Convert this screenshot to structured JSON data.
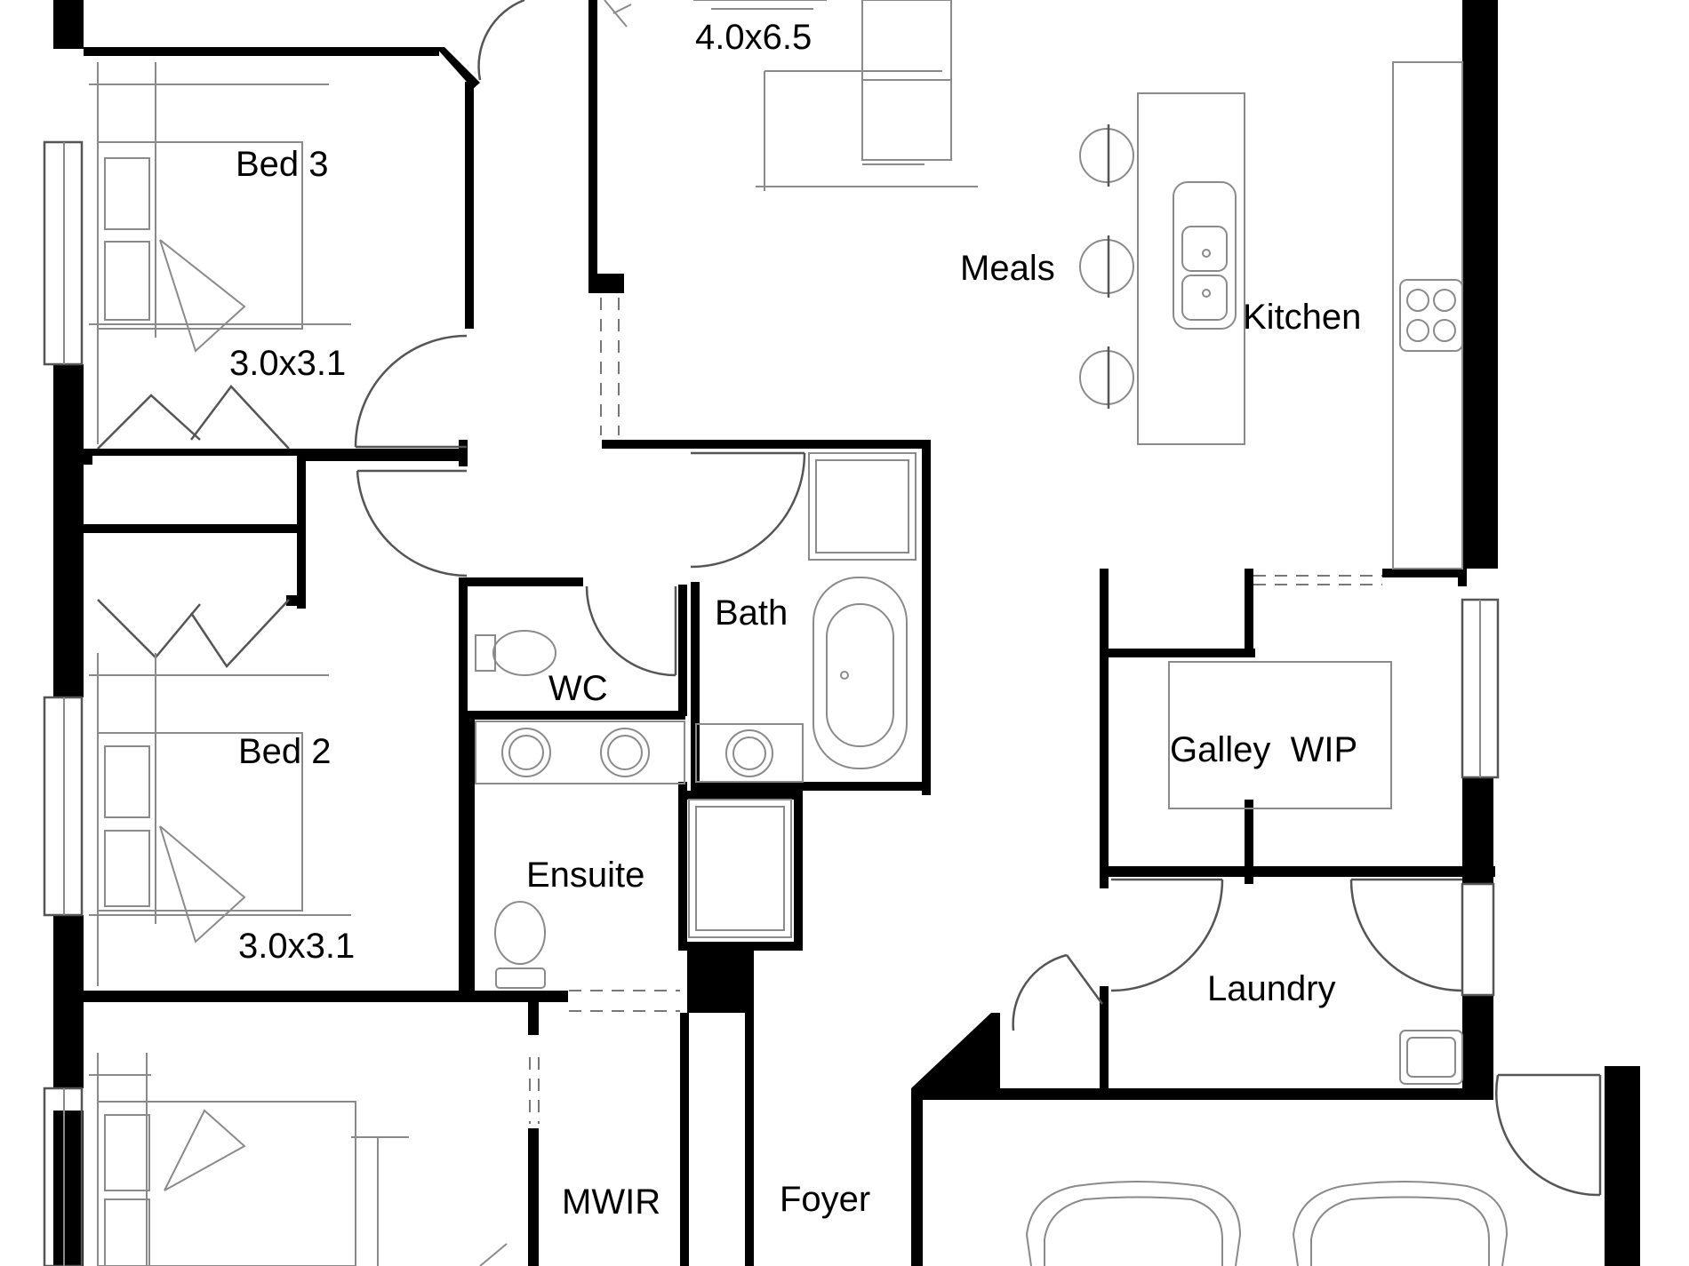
{
  "rooms": {
    "family_dim": "4.0x6.5",
    "bed3": "Bed 3",
    "bed3_dim": "3.0x3.1",
    "meals": "Meals",
    "kitchen": "Kitchen",
    "bath": "Bath",
    "wc": "WC",
    "bed2": "Bed 2",
    "bed2_dim": "3.0x3.1",
    "galley_wip": "Galley  WIP",
    "ensuite": "Ensuite",
    "laundry": "Laundry",
    "mwir": "MWIR",
    "foyer": "Foyer"
  },
  "colors": {
    "wall": "#000000",
    "fixture": "#8a8a8a"
  },
  "icons": [
    "toilet-icon",
    "basin-icon",
    "bathtub-icon",
    "cooktop-icon",
    "sink-icon",
    "car-icon",
    "stool-icon"
  ]
}
